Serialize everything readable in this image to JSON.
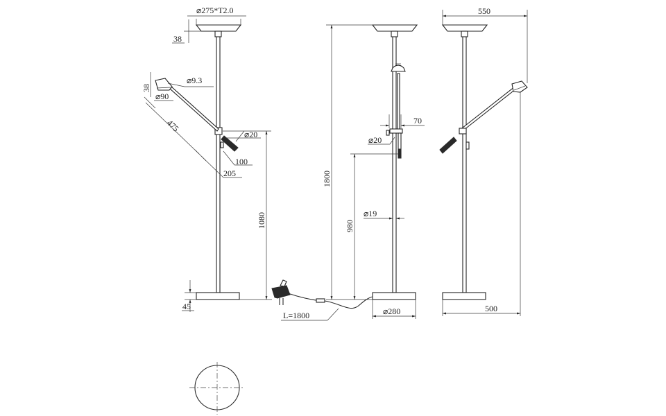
{
  "drawing": {
    "dim": {
      "shade_top": "⌀275*T2.0",
      "shade_height": "38",
      "head_height": "38",
      "head_cable": "⌀9.3",
      "head_diameter": "⌀90",
      "arm_length": "475",
      "pivot_diameter": "⌀20",
      "handle_length": "100",
      "arm_offset": "205",
      "pivot_height": "1080",
      "base_height": "45",
      "cable_length": "L=1800",
      "total_height": "1800",
      "reading_height": "980",
      "pole_diameter": "⌀19",
      "mid_pivot_diameter": "⌀20",
      "mid_offset": "70",
      "base_diameter": "⌀280",
      "width_top": "550",
      "width_bottom": "500"
    }
  }
}
